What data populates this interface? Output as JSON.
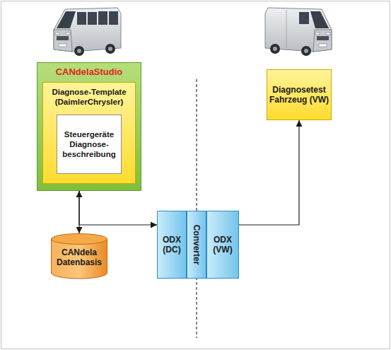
{
  "diagram": {
    "nodes": [
      {
        "text": [
          "CANdelaStudio"
        ]
      },
      {
        "text": [
          "Diagnose-Template (DaimlerChrysler)"
        ],
        "in": 0
      },
      {
        "text": [
          "Steuergeräte Diagnose- beschreibung"
        ],
        "in": 1
      },
      {
        "text": [
          "Diagnosetest Fahrzeug (VW)"
        ]
      },
      {
        "text": [
          "CANdela Datenbasis"
        ]
      },
      {
        "text": [
          "ODX (DC)"
        ]
      },
      {
        "text": [
          "Converter"
        ]
      },
      {
        "text": [
          "ODX (VW)"
        ]
      }
    ],
    "edges": [
      {
        "from": 0,
        "to": 4,
        "arrow": "both"
      },
      {
        "from": 0,
        "to": 5,
        "arrow": "to"
      },
      {
        "from": 7,
        "to": 3,
        "arrow": "to"
      }
    ]
  }
}
